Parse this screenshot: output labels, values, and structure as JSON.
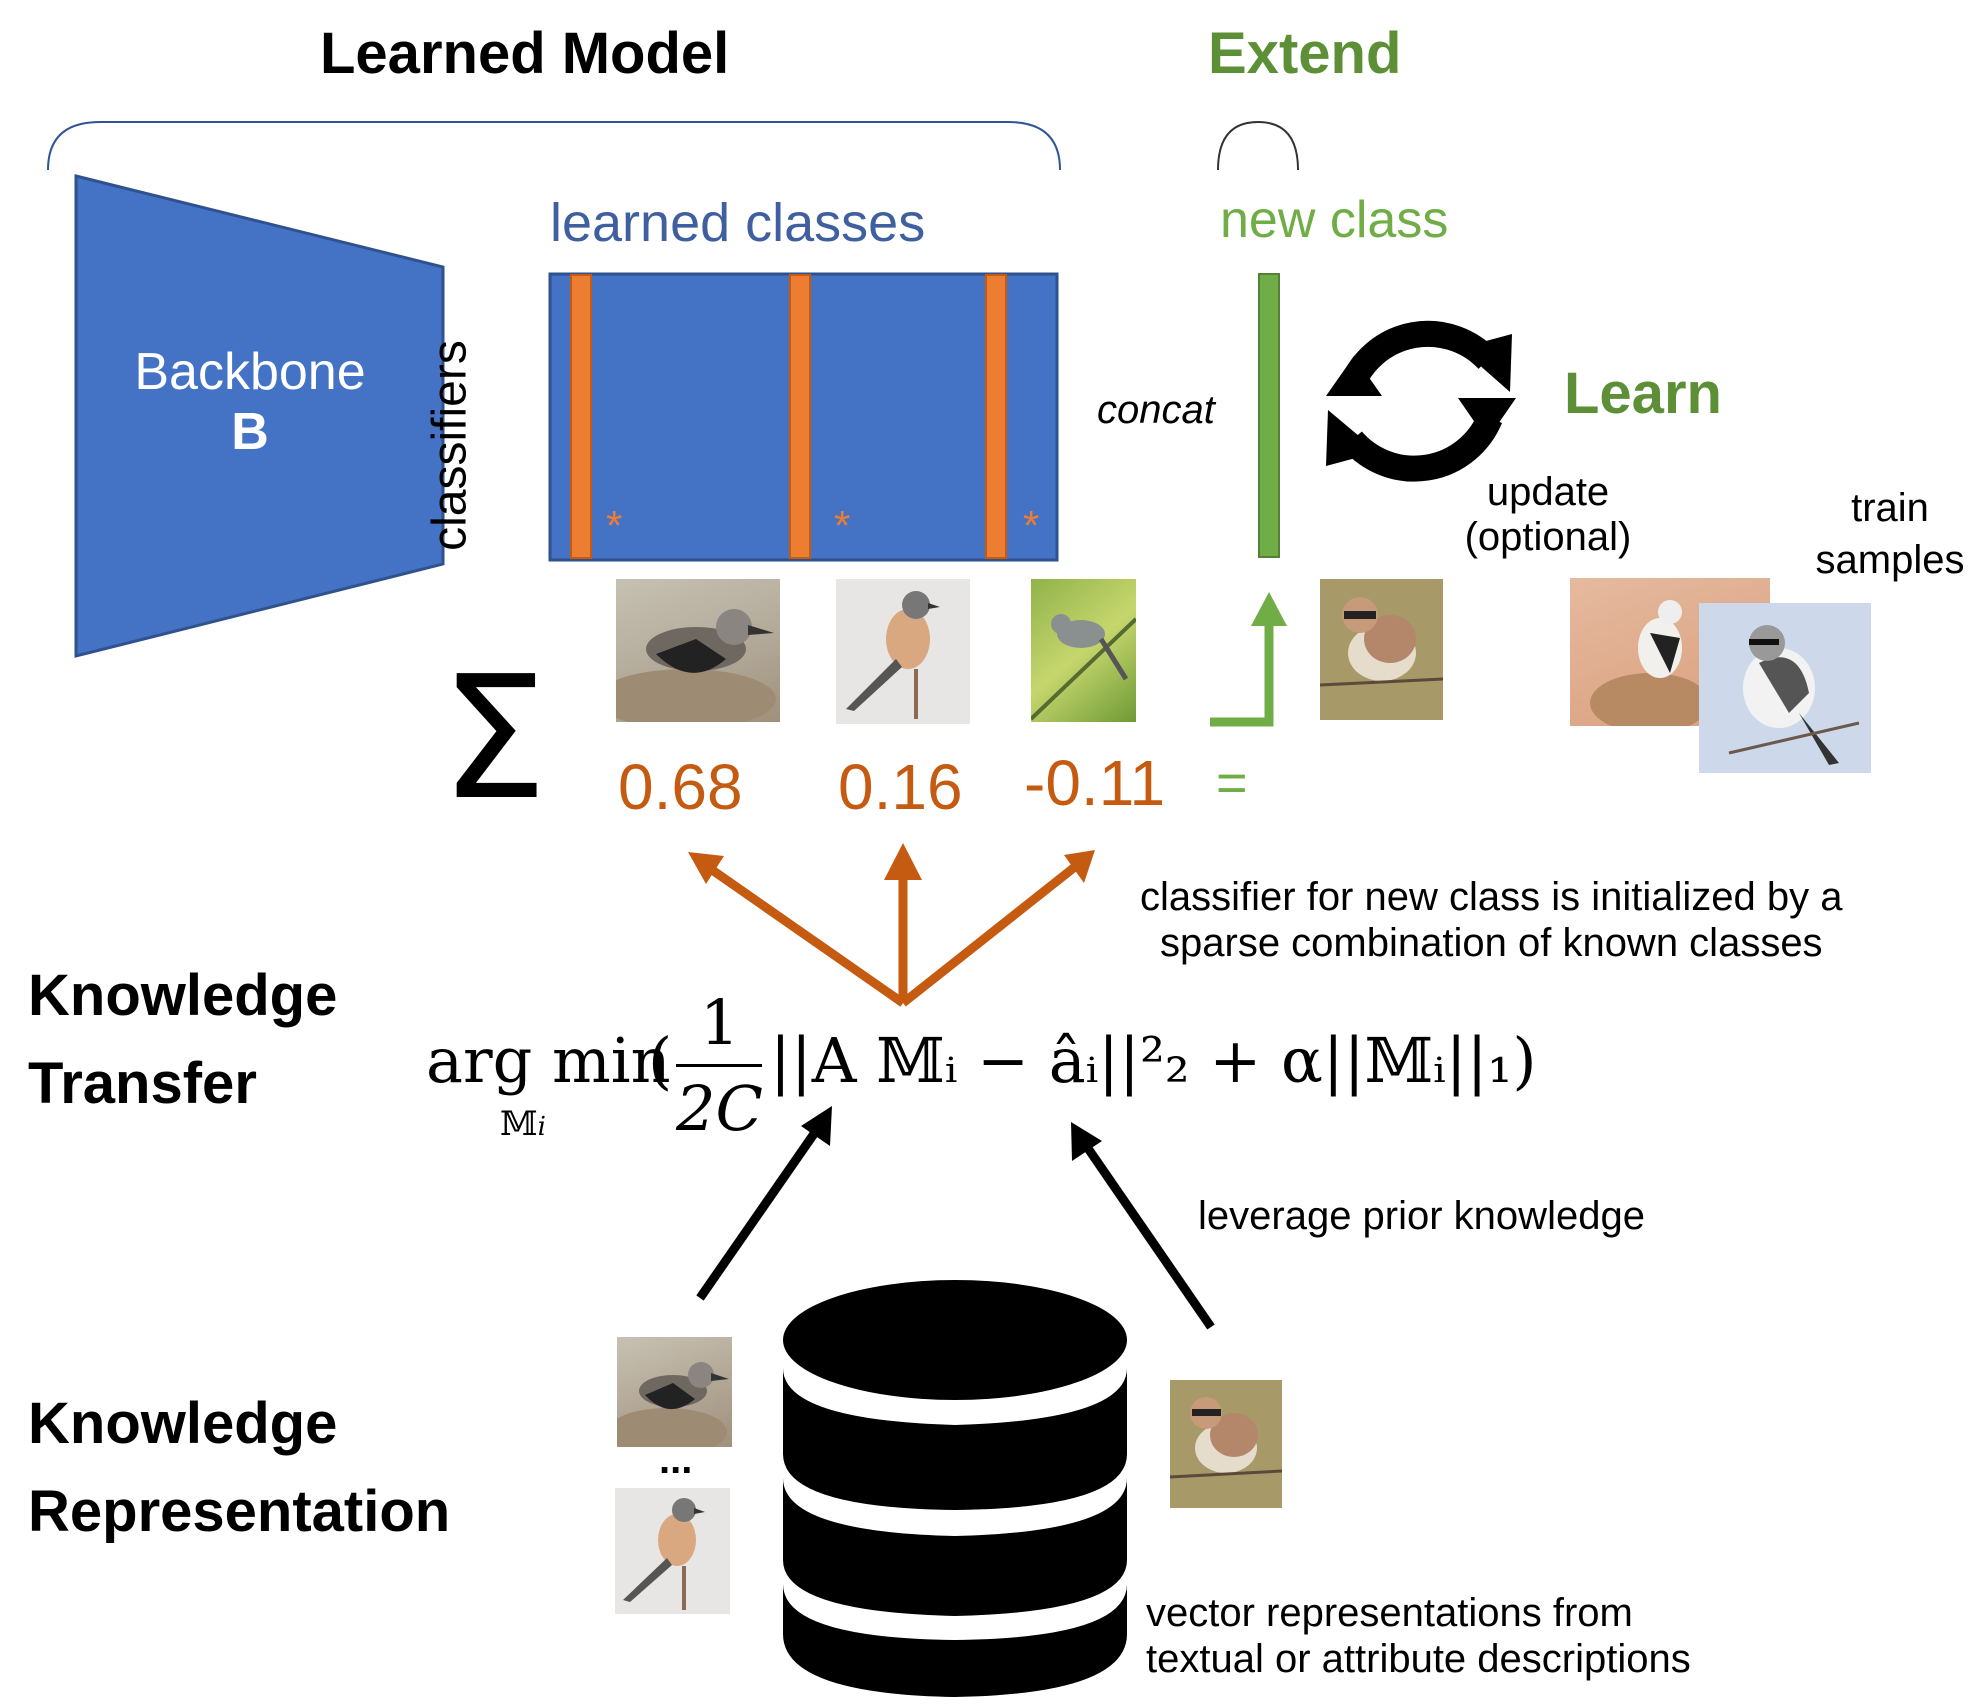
{
  "title_learned_model": "Learned Model",
  "title_extend": "Extend",
  "backbone": {
    "line1": "Backbone",
    "line2": "B",
    "color": "#4472c4"
  },
  "learned_classes_label": "learned classes",
  "classifiers_label": "classifiers",
  "new_class_label": "new class",
  "concat_label": "concat",
  "learn_label": "Learn",
  "update_label": {
    "line1": "update",
    "line2": "(optional)"
  },
  "train_samples_label": {
    "line1": "train",
    "line2": "samples"
  },
  "sigma_symbol": "Σ",
  "star_marker": "*",
  "weights": [
    "0.68",
    "0.16",
    "-0.11"
  ],
  "equals_sign": "=",
  "init_note": {
    "line1": "classifier for new class is initialized by a",
    "line2": "sparse combination of known classes"
  },
  "knowledge_transfer": {
    "line1": "Knowledge",
    "line2": "Transfer"
  },
  "knowledge_representation": {
    "line1": "Knowledge",
    "line2": "Representation"
  },
  "equation": {
    "argmin": "arg min",
    "sub": "𝕄",
    "sub_i": "i",
    "frac_num": "1",
    "frac_den": "2C",
    "body": "||A 𝕄ᵢ − âᵢ||²₂ + α||𝕄ᵢ||₁)"
  },
  "leverage_label": "leverage prior knowledge",
  "ellipsis": "...",
  "vector_note": {
    "line1": "vector representations from",
    "line2": "textual or attribute descriptions"
  },
  "colors": {
    "blue": "#4472c4",
    "orange": "#ed7d31",
    "dark_orange": "#c55a11",
    "green": "#70ad47",
    "black": "#000000"
  }
}
